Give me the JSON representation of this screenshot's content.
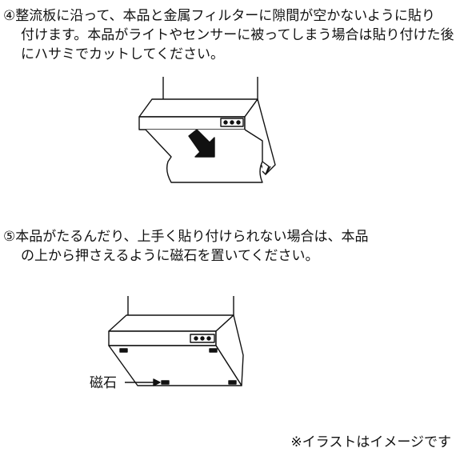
{
  "step4": {
    "lines": [
      "④整流板に沿って、本品と金属フィルターに隙間が空かないように貼り",
      "付けます。本品がライトやセンサーに被ってしまう場合は貼り付けた後",
      "にハサミでカットしてください。"
    ]
  },
  "step5": {
    "lines": [
      "⑤本品がたるんだり、上手く貼り付けられない場合は、本品",
      "の上から押さえるように磁石を置いてください。"
    ]
  },
  "magnet_label": "磁石",
  "disclaimer": "※イラストはイメージです",
  "colors": {
    "ink": "#111111",
    "background": "#ffffff"
  }
}
